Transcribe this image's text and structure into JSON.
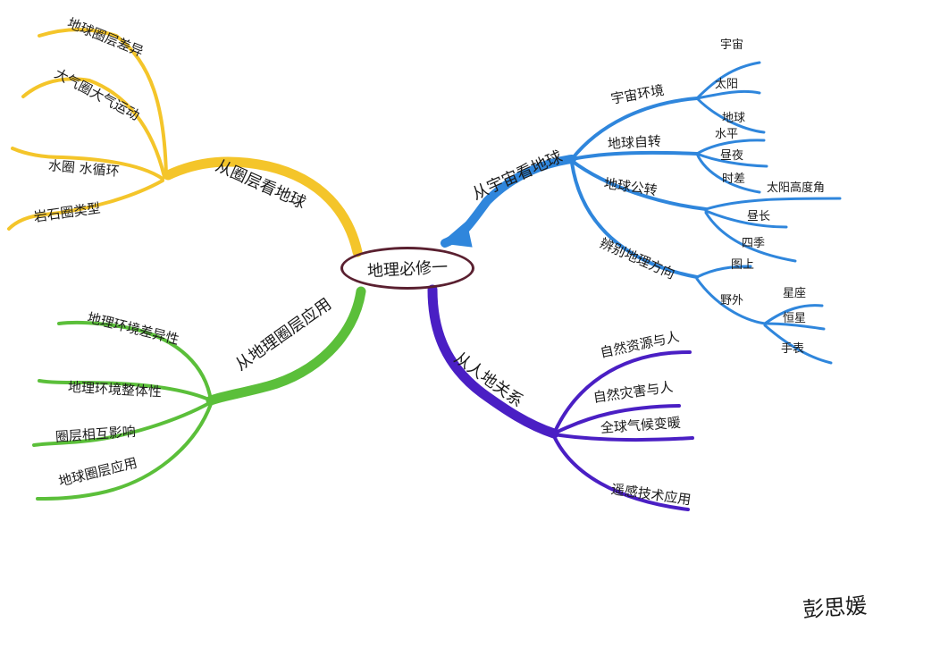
{
  "colors": {
    "upper_left": "#f4c52a",
    "lower_left": "#5bbf3a",
    "upper_right": "#2f86dc",
    "lower_right": "#4a1fc4",
    "center_outline": "#5a2030",
    "ink": "#1b1b1b"
  },
  "center": "地理必修一",
  "upper_left": {
    "main": "从圈层看地球",
    "items": [
      "地球圈层差异",
      "大气圈大气运动",
      "水圈 水循环",
      "岩石圈类型"
    ]
  },
  "lower_left": {
    "main": "从地理圈层应用",
    "items": [
      "地理环境差异性",
      "地理环境整体性",
      "圈层相互影响",
      "地球圈层应用"
    ]
  },
  "upper_right": {
    "main": "从宇宙看地球",
    "branches": [
      {
        "label": "宇宙环境",
        "items": [
          "宇宙",
          "太阳",
          "地球"
        ]
      },
      {
        "label": "地球自转",
        "items": [
          "水平",
          "昼夜",
          "时差"
        ]
      },
      {
        "label": "地球公转",
        "items": [
          "太阳高度角",
          "昼长",
          "四季"
        ]
      },
      {
        "label": "辨别地理方向",
        "items": [
          "图上",
          "野外"
        ]
      }
    ],
    "outdoor_items": [
      "星座",
      "恒星",
      "手表"
    ]
  },
  "lower_right": {
    "main": "从人地关系",
    "items": [
      "自然资源与人",
      "自然灾害与人",
      "全球气候变暖",
      "遥感技术应用"
    ]
  },
  "signature": "彭思媛"
}
